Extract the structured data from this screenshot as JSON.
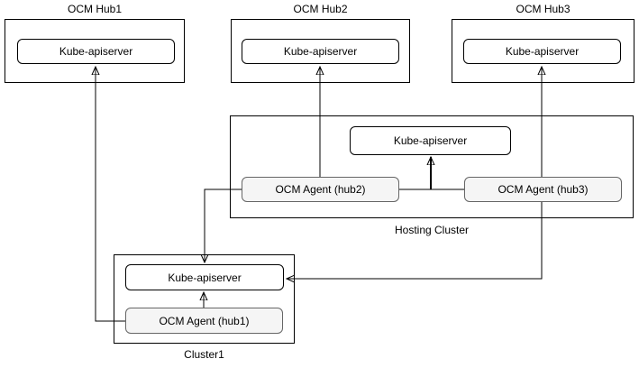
{
  "colors": {
    "background": "#ffffff",
    "node_border": "#000000",
    "apiserver_fill": "#ffffff",
    "agent_fill": "#f5f5f5",
    "agent_border": "#666666",
    "connector": "#000000"
  },
  "hubs": [
    {
      "label": "OCM Hub1",
      "apiserver": "Kube-apiserver"
    },
    {
      "label": "OCM Hub2",
      "apiserver": "Kube-apiserver"
    },
    {
      "label": "OCM Hub3",
      "apiserver": "Kube-apiserver"
    }
  ],
  "hosting_cluster": {
    "label": "Hosting Cluster",
    "apiserver": "Kube-apiserver",
    "agents": [
      {
        "label": "OCM Agent (hub2)"
      },
      {
        "label": "OCM Agent (hub3)"
      }
    ]
  },
  "cluster1": {
    "label": "Cluster1",
    "apiserver": "Kube-apiserver",
    "agent": {
      "label": "OCM Agent (hub1)"
    }
  },
  "connections": [
    {
      "from": "ocm-agent-hub1",
      "to": "hub1-kube-apiserver",
      "arrow": "end"
    },
    {
      "from": "ocm-agent-hub1",
      "to": "cluster1-kube-apiserver",
      "arrow": "end"
    },
    {
      "from": "ocm-agent-hub2",
      "to": "hub2-kube-apiserver",
      "arrow": "end"
    },
    {
      "from": "ocm-agent-hub2",
      "to": "cluster1-kube-apiserver",
      "arrow": "end"
    },
    {
      "from": "ocm-agent-hub2",
      "to": "hosting-kube-apiserver",
      "arrow": "end"
    },
    {
      "from": "ocm-agent-hub3",
      "to": "hub3-kube-apiserver",
      "arrow": "end"
    },
    {
      "from": "ocm-agent-hub3",
      "to": "cluster1-kube-apiserver",
      "arrow": "end"
    },
    {
      "from": "ocm-agent-hub3",
      "to": "hosting-kube-apiserver",
      "arrow": "end"
    }
  ]
}
